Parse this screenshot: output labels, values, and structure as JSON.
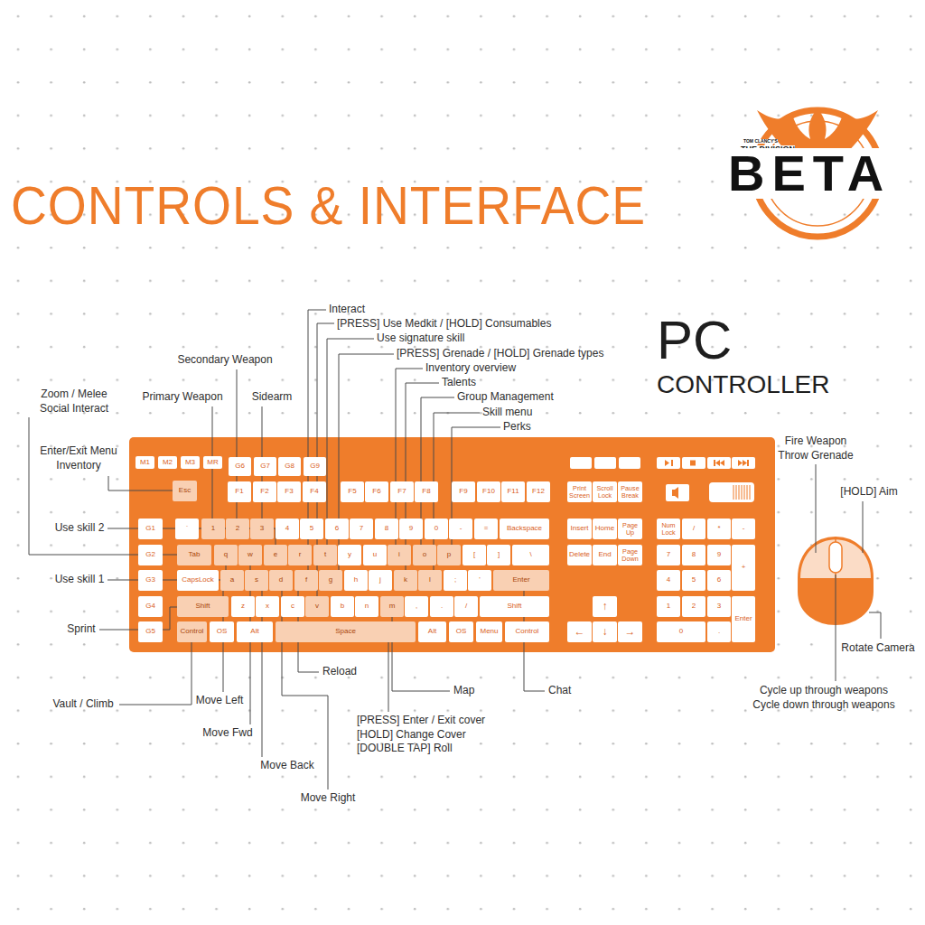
{
  "diagram": {
    "title": "CONTROLS & INTERFACE",
    "nodes": [
      {
        "text": [
          "M1"
        ]
      },
      {
        "text": [
          "M2"
        ]
      },
      {
        "text": [
          "M3"
        ]
      },
      {
        "text": [
          "MR"
        ]
      },
      {
        "text": [
          "G6"
        ]
      },
      {
        "text": [
          "G7"
        ]
      },
      {
        "text": [
          "G8"
        ]
      },
      {
        "text": [
          "G9"
        ]
      },
      {
        "text": [
          "Esc"
        ]
      },
      {
        "text": [
          "F1"
        ]
      },
      {
        "text": [
          "F2"
        ]
      },
      {
        "text": [
          "F3"
        ]
      },
      {
        "text": [
          "F4"
        ]
      },
      {
        "text": [
          "F5"
        ]
      },
      {
        "text": [
          "F6"
        ]
      },
      {
        "text": [
          "F7"
        ]
      },
      {
        "text": [
          "F8"
        ]
      },
      {
        "text": [
          "F9"
        ]
      },
      {
        "text": [
          "F10"
        ]
      },
      {
        "text": [
          "F11"
        ]
      },
      {
        "text": [
          "F12"
        ]
      },
      {
        "text": [
          "Print Screen"
        ]
      },
      {
        "text": [
          "Scroll Lock"
        ]
      },
      {
        "text": [
          "Pause Break"
        ]
      },
      {
        "text": [
          "G1"
        ]
      },
      {
        "text": [
          "G2"
        ]
      },
      {
        "text": [
          "G3"
        ]
      },
      {
        "text": [
          "G4"
        ]
      },
      {
        "text": [
          "G5"
        ]
      },
      {
        "text": [
          "`"
        ]
      },
      {
        "text": [
          "1"
        ]
      },
      {
        "text": [
          "2"
        ]
      },
      {
        "text": [
          "3"
        ]
      },
      {
        "text": [
          "4"
        ]
      },
      {
        "text": [
          "5"
        ]
      },
      {
        "text": [
          "6"
        ]
      },
      {
        "text": [
          "7"
        ]
      },
      {
        "text": [
          "8"
        ]
      },
      {
        "text": [
          "9"
        ]
      },
      {
        "text": [
          "0"
        ]
      },
      {
        "text": [
          "-"
        ]
      },
      {
        "text": [
          "="
        ]
      },
      {
        "text": [
          "Backspace"
        ]
      },
      {
        "text": [
          "Tab"
        ]
      },
      {
        "text": [
          "q"
        ]
      },
      {
        "text": [
          "w"
        ]
      },
      {
        "text": [
          "e"
        ]
      },
      {
        "text": [
          "r"
        ]
      },
      {
        "text": [
          "t"
        ]
      },
      {
        "text": [
          "y"
        ]
      },
      {
        "text": [
          "u"
        ]
      },
      {
        "text": [
          "i"
        ]
      },
      {
        "text": [
          "o"
        ]
      },
      {
        "text": [
          "p"
        ]
      },
      {
        "text": [
          "["
        ]
      },
      {
        "text": [
          "]"
        ]
      },
      {
        "text": [
          "\\"
        ]
      },
      {
        "text": [
          "CapsLock"
        ]
      },
      {
        "text": [
          "a"
        ]
      },
      {
        "text": [
          "s"
        ]
      },
      {
        "text": [
          "d"
        ]
      },
      {
        "text": [
          "f"
        ]
      },
      {
        "text": [
          "g"
        ]
      },
      {
        "text": [
          "h"
        ]
      },
      {
        "text": [
          "j"
        ]
      },
      {
        "text": [
          "k"
        ]
      },
      {
        "text": [
          "l"
        ]
      },
      {
        "text": [
          ";"
        ]
      },
      {
        "text": [
          "'"
        ]
      },
      {
        "text": [
          "Enter"
        ]
      },
      {
        "text": [
          "Shift"
        ]
      },
      {
        "text": [
          "z"
        ]
      },
      {
        "text": [
          "x"
        ]
      },
      {
        "text": [
          "c"
        ]
      },
      {
        "text": [
          "v"
        ]
      },
      {
        "text": [
          "b"
        ]
      },
      {
        "text": [
          "n"
        ]
      },
      {
        "text": [
          "m"
        ]
      },
      {
        "text": [
          ","
        ]
      },
      {
        "text": [
          "."
        ]
      },
      {
        "text": [
          "/"
        ]
      },
      {
        "text": [
          "Shift"
        ]
      },
      {
        "text": [
          "Control"
        ]
      },
      {
        "text": [
          "OS"
        ]
      },
      {
        "text": [
          "Alt"
        ]
      },
      {
        "text": [
          "Space"
        ]
      },
      {
        "text": [
          "Alt"
        ]
      },
      {
        "text": [
          "OS"
        ]
      },
      {
        "text": [
          "Menu"
        ]
      },
      {
        "text": [
          "Control"
        ]
      },
      {
        "text": [
          "Insert"
        ]
      },
      {
        "text": [
          "Home"
        ]
      },
      {
        "text": [
          "Page Up"
        ]
      },
      {
        "text": [
          "Delete"
        ]
      },
      {
        "text": [
          "End"
        ]
      },
      {
        "text": [
          "Page Down"
        ]
      },
      {
        "text": [
          "↑"
        ]
      },
      {
        "text": [
          "←"
        ]
      },
      {
        "text": [
          "↓"
        ]
      },
      {
        "text": [
          "→"
        ]
      },
      {
        "text": [
          "Num Lock"
        ]
      },
      {
        "text": [
          "/"
        ]
      },
      {
        "text": [
          "*"
        ]
      },
      {
        "text": [
          "-"
        ]
      },
      {
        "text": [
          "7"
        ]
      },
      {
        "text": [
          "8"
        ]
      },
      {
        "text": [
          "9"
        ]
      },
      {
        "text": [
          "+"
        ]
      },
      {
        "text": [
          "4"
        ]
      },
      {
        "text": [
          "5"
        ]
      },
      {
        "text": [
          "6"
        ]
      },
      {
        "text": [
          "1"
        ]
      },
      {
        "text": [
          "2"
        ]
      },
      {
        "text": [
          "3"
        ]
      },
      {
        "text": [
          "Enter"
        ]
      },
      {
        "text": [
          "0"
        ]
      },
      {
        "text": [
          "."
        ]
      }
    ],
    "labels": [
      "TOM CLANCY'S",
      "THE DIVISION",
      "BETA",
      "PC",
      "CONTROLLER",
      "Interact",
      "[PRESS] Use Medkit / [HOLD] Consumables",
      "Use signature skill",
      "[PRESS] Grenade / [HOLD] Grenade types",
      "Inventory overview",
      "Talents",
      "Group Management",
      "Skill menu",
      "Perks",
      "Secondary Weapon",
      "Primary Weapon",
      "Sidearm",
      "Zoom / Melee Social Interact",
      "Enter/Exit Menu Inventory",
      "Use skill 2",
      "Use skill 1",
      "Sprint",
      "Vault / Climb",
      "Move Left",
      "Move Fwd",
      "Move Back",
      "Move Right",
      "Reload",
      "Map",
      "[PRESS] Enter / Exit cover [HOLD] Change Cover [DOUBLE TAP] Roll",
      "Chat",
      "Fire Weapon Throw Grenade",
      "[HOLD] Aim",
      "Rotate Camera",
      "Cycle up through weapons Cycle down through weapons"
    ]
  }
}
